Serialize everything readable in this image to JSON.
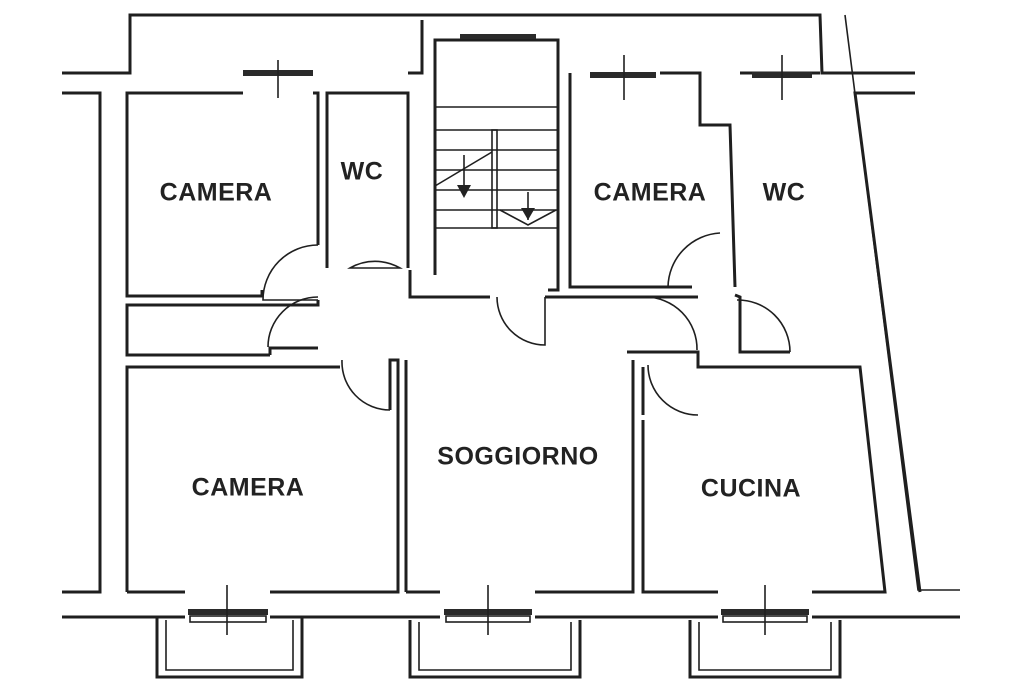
{
  "title": "Floor plan",
  "rooms": {
    "camera_top_left": "CAMERA",
    "wc_left": "WC",
    "camera_top_right": "CAMERA",
    "wc_right": "WC",
    "camera_bottom_left": "CAMERA",
    "soggiorno": "SOGGIORNO",
    "cucina": "CUCINA"
  }
}
